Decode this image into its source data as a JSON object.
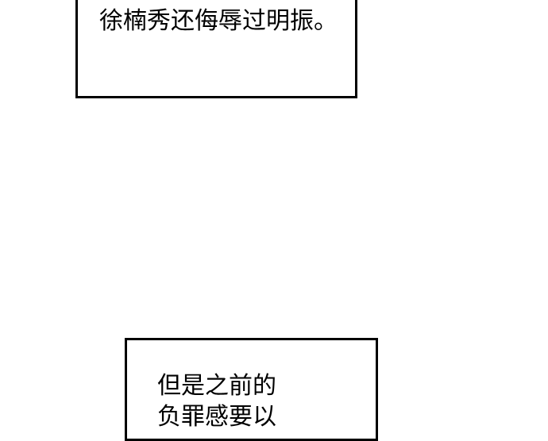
{
  "panels": {
    "top": {
      "text": "徐楠秀还侮辱过明振。"
    },
    "bottom": {
      "lines": [
        "但是之前的",
        "负罪感要以"
      ]
    }
  },
  "colors": {
    "background": "#ffffff",
    "border": "#000000",
    "text": "#000000"
  }
}
